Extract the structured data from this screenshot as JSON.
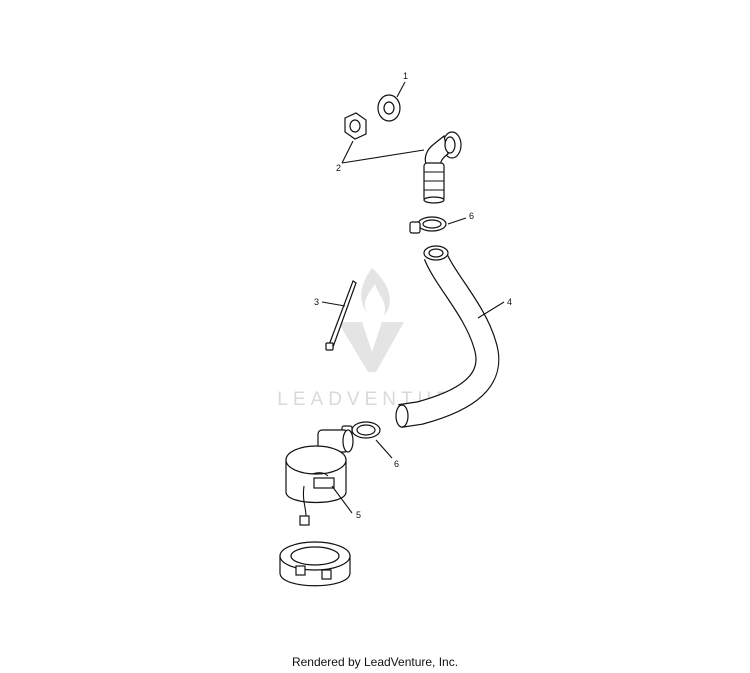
{
  "watermark": {
    "text": "LEADVENTURE"
  },
  "callouts": [
    {
      "id": "c1",
      "number": "1"
    },
    {
      "id": "c2",
      "number": "2"
    },
    {
      "id": "c3",
      "number": "3"
    },
    {
      "id": "c4",
      "number": "4"
    },
    {
      "id": "c5",
      "number": "5"
    },
    {
      "id": "c6a",
      "number": "6"
    },
    {
      "id": "c6b",
      "number": "6"
    }
  ],
  "footer": {
    "text": "Rendered by LeadVenture, Inc."
  }
}
